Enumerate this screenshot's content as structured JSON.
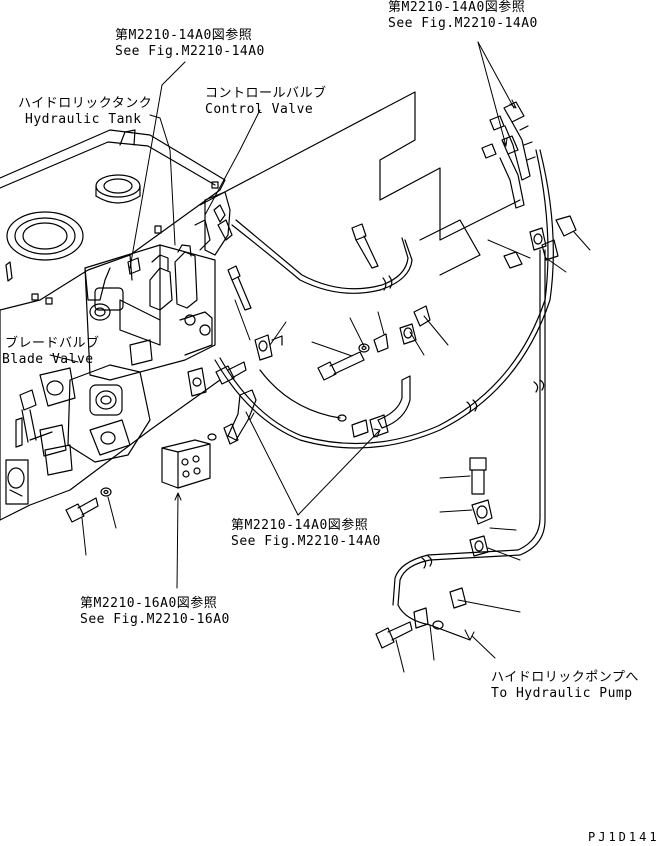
{
  "colors": {
    "line": "#000000",
    "background": "#ffffff"
  },
  "labels": {
    "ref_top_right_jp": "第M2210-14A0図参照",
    "ref_top_right_en": "See Fig.M2210-14A0",
    "ref_top_center_jp": "第M2210-14A0図参照",
    "ref_top_center_en": "See Fig.M2210-14A0",
    "control_valve_jp": "コントロールバルブ",
    "control_valve_en": "Control Valve",
    "hydraulic_tank_jp": "ハイドロリックタンク",
    "hydraulic_tank_en": "Hydraulic Tank",
    "blade_valve_jp": "ブレードバルブ",
    "blade_valve_en": "Blade Valve",
    "ref_middle_jp": "第M2210-14A0図参照",
    "ref_middle_en": "See Fig.M2210-14A0",
    "ref_bottom_jp": "第M2210-16A0図参照",
    "ref_bottom_en": "See Fig.M2210-16A0",
    "pump_jp": "ハイドロリックポンプへ",
    "pump_en": "To Hydraulic Pump",
    "drawing_code": "PJ1D141"
  }
}
